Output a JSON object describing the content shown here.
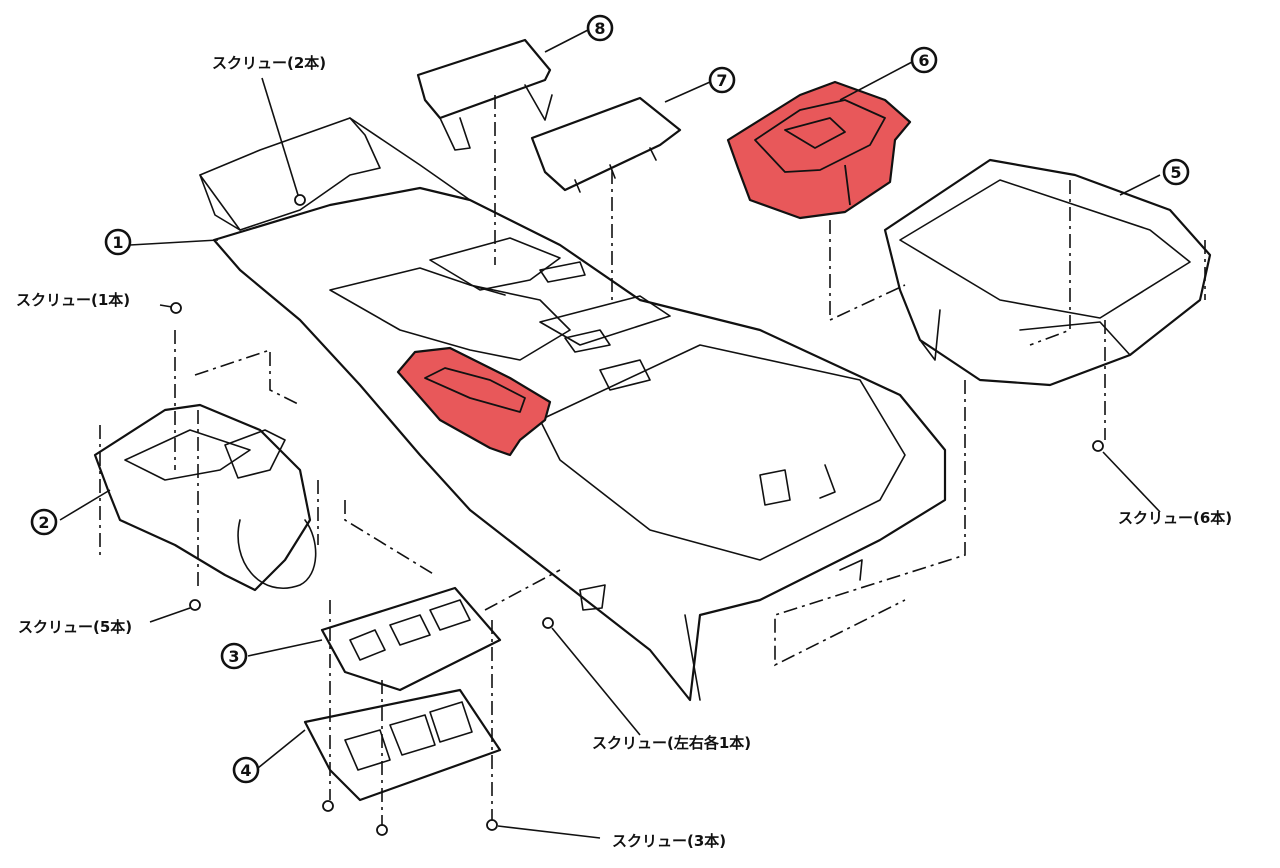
{
  "diagram": {
    "parts": [
      {
        "id": "1",
        "symbol": "①"
      },
      {
        "id": "2",
        "symbol": "②"
      },
      {
        "id": "3",
        "symbol": "③"
      },
      {
        "id": "4",
        "symbol": "④"
      },
      {
        "id": "5",
        "symbol": "⑤"
      },
      {
        "id": "6",
        "symbol": "⑥",
        "highlighted": true
      },
      {
        "id": "7",
        "symbol": "⑦"
      },
      {
        "id": "8",
        "symbol": "⑧"
      }
    ],
    "screw_labels": {
      "top": "スクリュー(2本)",
      "left_upper": "スクリュー(1本)",
      "left_lower": "スクリュー(5本)",
      "right": "スクリュー(6本)",
      "center_bottom": "スクリュー(左右各1本)",
      "bottom": "スクリュー(3本)"
    },
    "highlight_color": "#e8585a"
  }
}
